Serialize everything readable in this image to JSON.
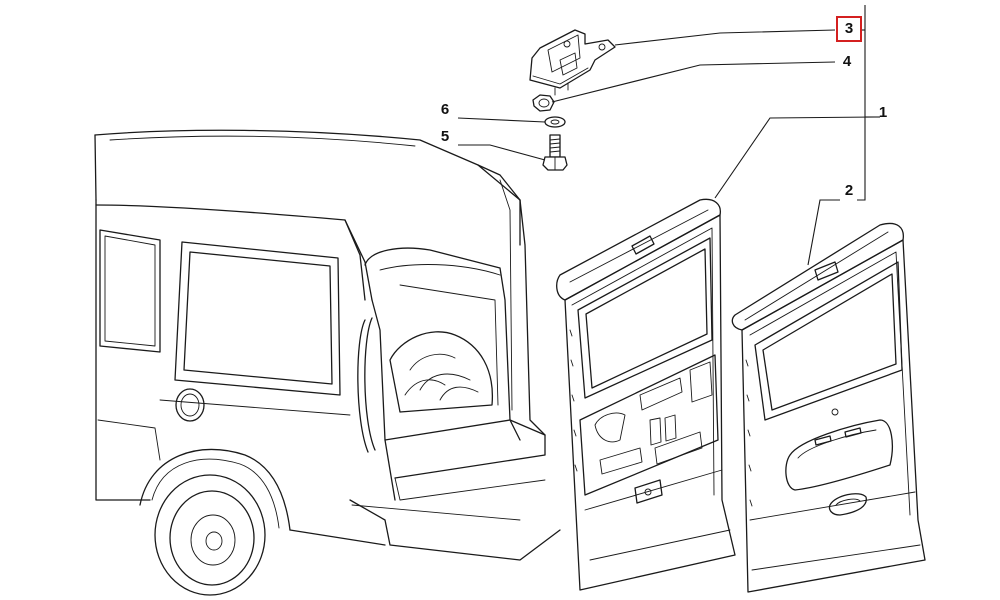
{
  "callouts": {
    "c1": "1",
    "c2": "2",
    "c3": "3",
    "c4": "4",
    "c5": "5",
    "c6": "6"
  },
  "highlight": {
    "callout": "3",
    "color": "#d42020"
  },
  "parts": {
    "vehicle": "van-rear-outline",
    "door_left": "rear-door-left",
    "door_right": "rear-door-right",
    "hinge_bracket": "hinge-bracket",
    "nut": "hex-nut",
    "washer": "washer",
    "bolt": "hex-bolt"
  }
}
